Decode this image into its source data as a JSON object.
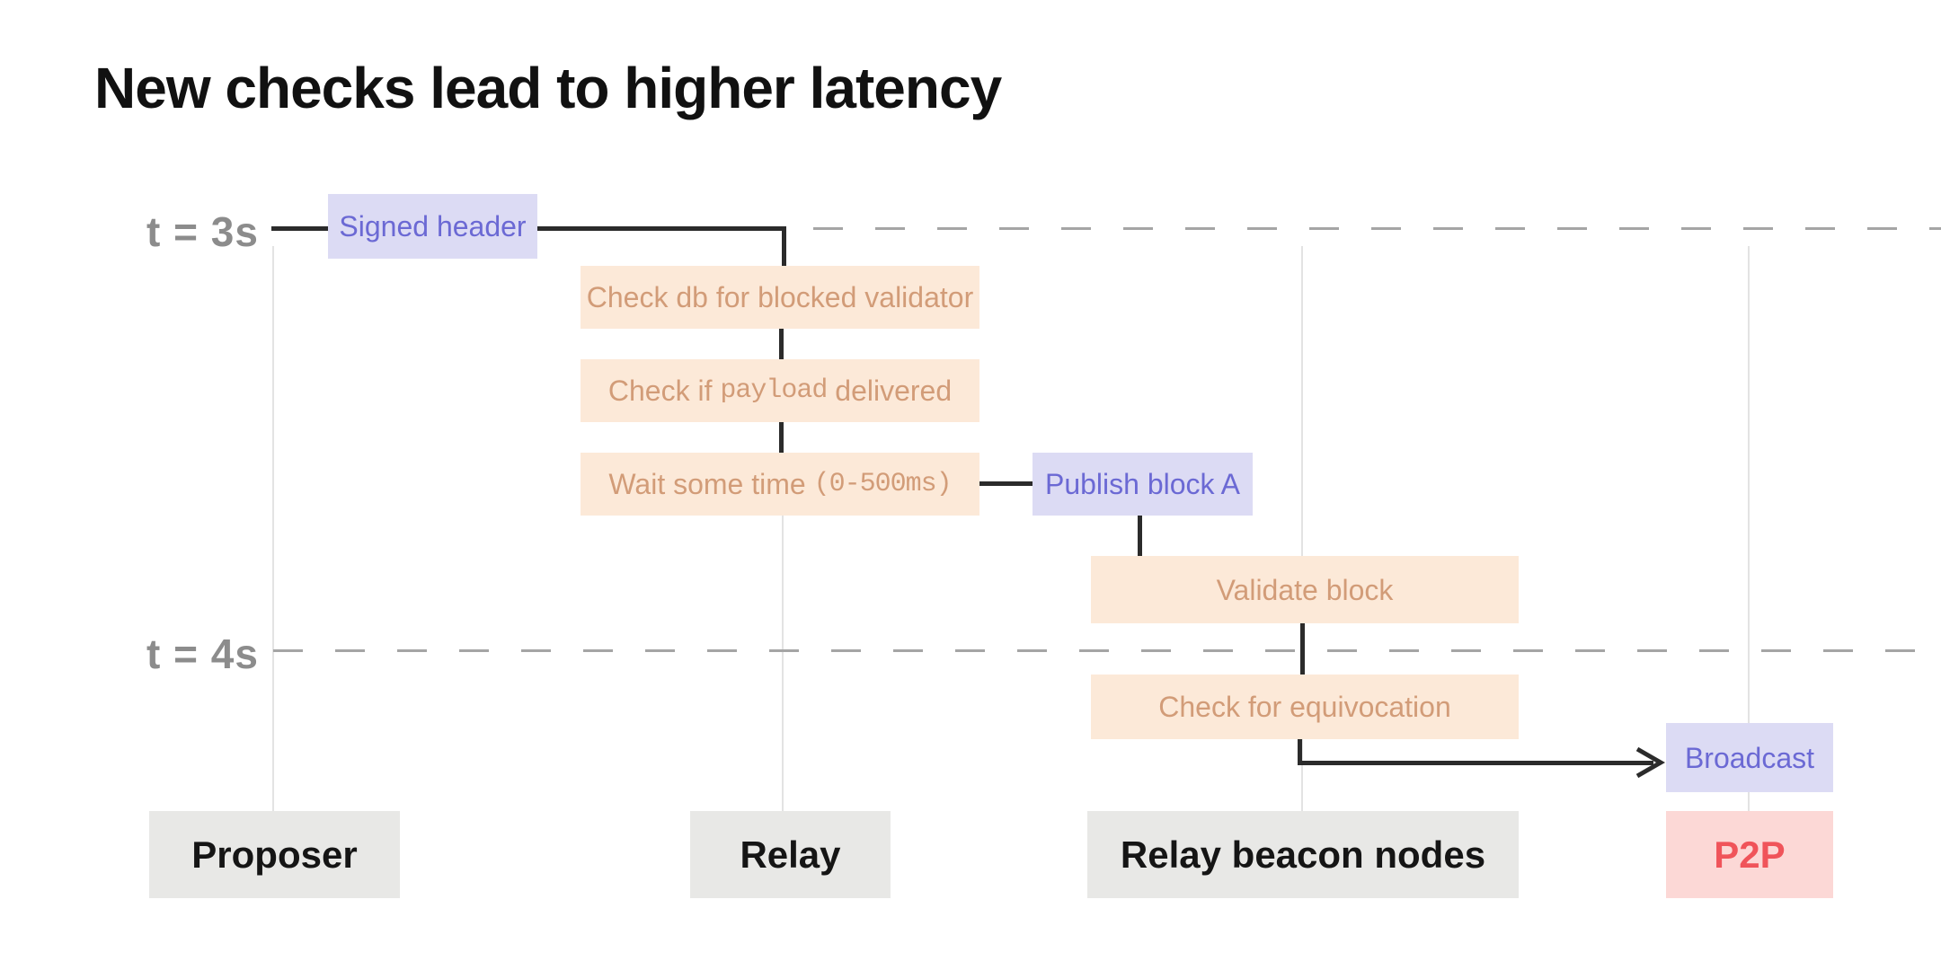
{
  "title": "New checks lead to higher latency",
  "timeline": {
    "t3_label": "t = 3s",
    "t4_label": "t = 4s"
  },
  "nodes": {
    "signed_header": {
      "label": "Signed header"
    },
    "check_db": {
      "label": "Check db for blocked validator"
    },
    "check_payload": {
      "parts": {
        "pre": "Check if ",
        "mono": "payload",
        "post": " delivered"
      }
    },
    "wait_time": {
      "parts": {
        "pre": "Wait some time ",
        "mono": "(0-500ms)",
        "post": ""
      }
    },
    "publish_block": {
      "label": "Publish block A"
    },
    "validate_block": {
      "label": "Validate block"
    },
    "check_equivocation": {
      "label": "Check for equivocation"
    },
    "broadcast": {
      "label": "Broadcast"
    }
  },
  "lanes": {
    "proposer": {
      "label": "Proposer"
    },
    "relay": {
      "label": "Relay"
    },
    "beacon": {
      "label": "Relay beacon nodes"
    },
    "p2p": {
      "label": "P2P"
    }
  },
  "colors": {
    "action_bg": "#dcdbf4",
    "action_text": "#6b69d4",
    "process_bg": "#fce9d8",
    "process_text": "#d29c78",
    "lane_bg": "#e8e8e6",
    "lane_text": "#151515",
    "p2p_bg": "#fcd8d6",
    "p2p_text": "#f0545a",
    "connector": "#2b2b2b",
    "dash_line": "#a5a5a5",
    "lane_line": "#e3e3e3",
    "time_label": "#8c8c8c"
  }
}
